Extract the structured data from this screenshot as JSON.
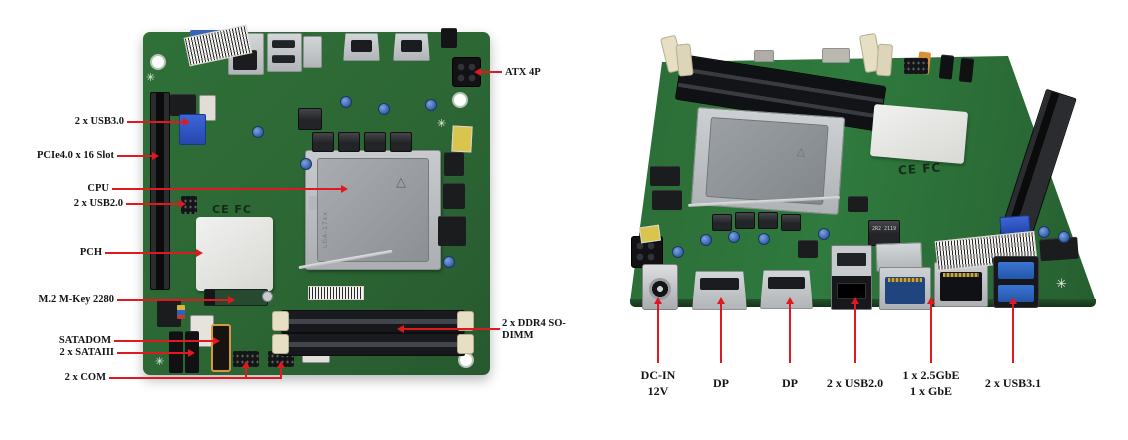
{
  "colors": {
    "annotation_red": "#e0181f",
    "label_text": "#141414",
    "pcb_green_left": "#2c6634",
    "pcb_green_right": "#2f7a3e",
    "dimm_latch_beige": "#e6dfc4",
    "usb3_header_blue": "#2b55c8",
    "port_silver": "#c9ccce",
    "heatsink_white": "#ececea",
    "satadom_orange": "#d9973c",
    "background": "#ffffff"
  },
  "left_figure": {
    "annotations": [
      {
        "text": "2 x USB3.0"
      },
      {
        "text": "PCIe4.0 x 16 Slot"
      },
      {
        "text": "CPU"
      },
      {
        "text": "2 x USB2.0"
      },
      {
        "text": "PCH"
      },
      {
        "text": "M.2 M-Key 2280"
      },
      {
        "text": "SATADOM"
      },
      {
        "text": "2 x SATAIII"
      },
      {
        "text": "2 x COM"
      }
    ],
    "annotations_right": [
      {
        "text": "ATX 4P"
      },
      {
        "line1": "2 x DDR4 SO-",
        "line2": "DIMM"
      }
    ],
    "silkscreen": {
      "ce_fcc": "CE FC",
      "cpu_socket": "LGA-17xx"
    }
  },
  "right_figure": {
    "annotations": [
      {
        "line1": "DC-IN",
        "line2": "12V"
      },
      {
        "line1": "DP"
      },
      {
        "line1": "DP"
      },
      {
        "line1": "2 x USB2.0"
      },
      {
        "line1": "1 x 2.5GbE",
        "line2": "1 x GbE"
      },
      {
        "line1": "2 x USB3.1"
      }
    ],
    "silkscreen": {
      "ce_fcc": "CE FC",
      "inductor": "2R2 2119"
    }
  }
}
